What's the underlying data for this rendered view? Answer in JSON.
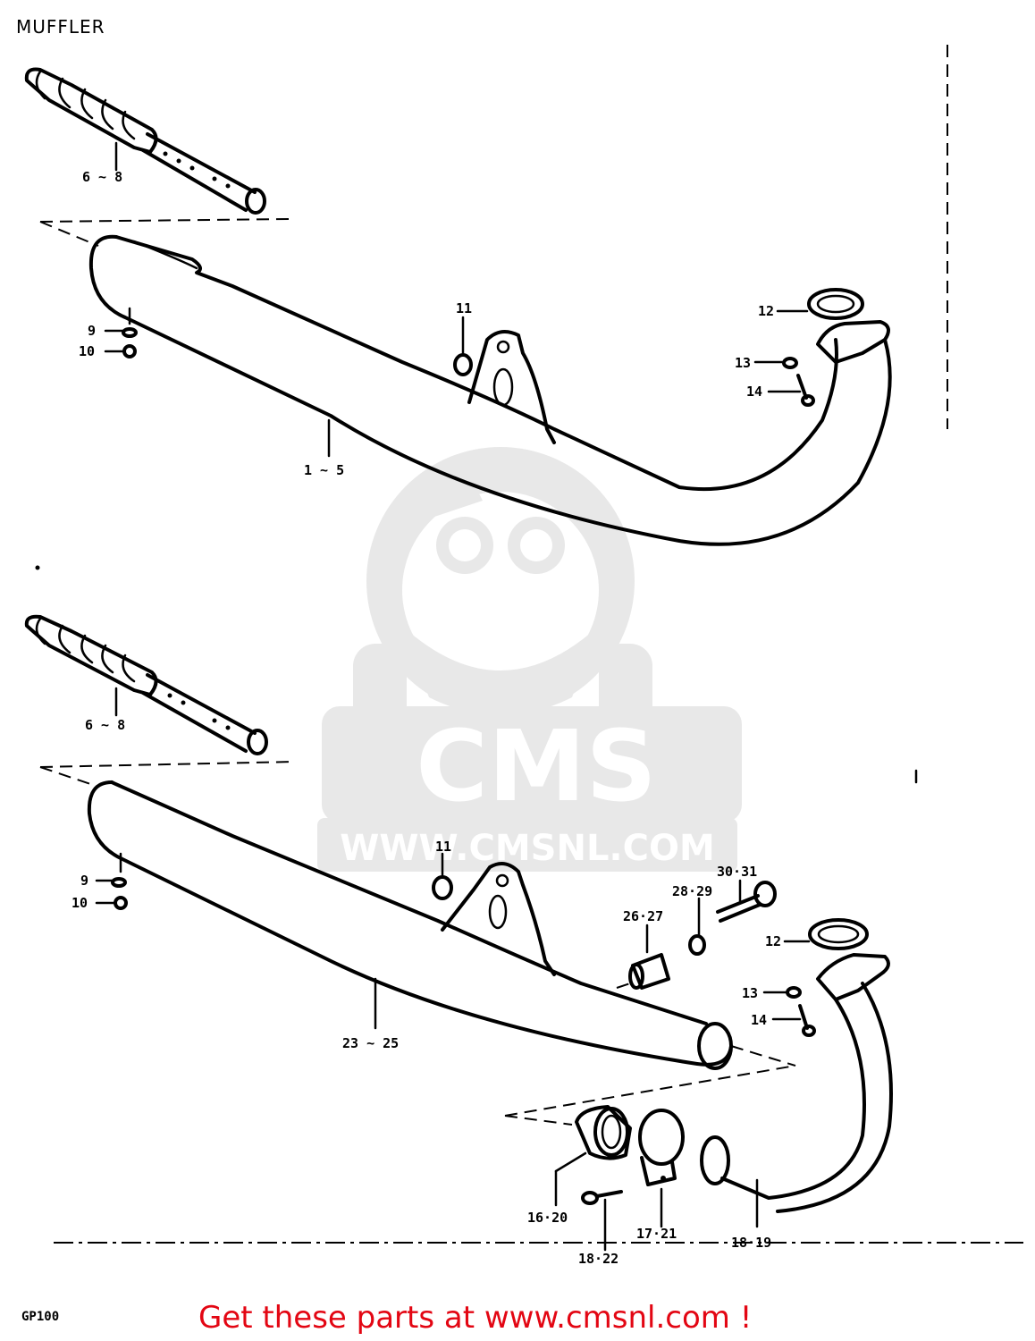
{
  "title": "MUFFLER",
  "model": "GP100",
  "watermark": {
    "brand": "CMS",
    "url": "WWW.CMSNL.COM"
  },
  "footer": "Get these parts at www.cmsnl.com !",
  "colors": {
    "footer": "#e30613",
    "ink": "#000000",
    "watermark": "#e0e0e0"
  },
  "callouts": {
    "upper": {
      "p1": "6 ~ 8",
      "p2": "9",
      "p3": "10",
      "p4": "11",
      "p5": "12",
      "p6": "13",
      "p7": "14",
      "p8": "1 ~ 5"
    },
    "lower": {
      "p1": "6 ~ 8",
      "p2": "9",
      "p3": "10",
      "p4": "11",
      "p5": "26·27",
      "p6": "28·29",
      "p7": "30·31",
      "p8": "12",
      "p9": "13",
      "p10": "14",
      "p11": "23 ~ 25",
      "p12": "16·20",
      "p13": "17·21",
      "p14": "18·22",
      "p15": "18·19"
    }
  }
}
